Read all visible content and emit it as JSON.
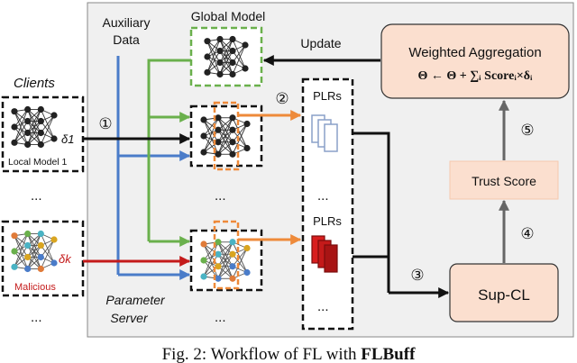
{
  "clients_label": "Clients",
  "auxiliary_data_line1": "Auxiliary",
  "auxiliary_data_line2": "Data",
  "global_model_label": "Global Model",
  "update_label": "Update",
  "local_model_label": "Local Model 1",
  "malicious_label": "Malicious",
  "delta_1": "δ1",
  "delta_k": "δk",
  "plrs_label": "PLRs",
  "ellipsis": "...",
  "steps": [
    "①",
    "②",
    "③",
    "④",
    "⑤"
  ],
  "aggregation": {
    "title": "Weighted Aggregation",
    "formula": "Θ ← Θ + ∑ᵢ Scoreᵢ×δᵢ"
  },
  "trust_score_label": "Trust Score",
  "supcl_label": "Sup-CL",
  "parameter_server_line1": "Parameter",
  "parameter_server_line2": "Server",
  "caption": {
    "prefix": "Fig. 2: Workflow of FL with ",
    "name": "FLBuff"
  },
  "colors": {
    "aux_blue": "#4a7cc9",
    "green": "#6ab04c",
    "orange": "#ee8a3a",
    "red": "#c41a1a",
    "peach": "#fbdfcf",
    "server_bg": "#f0f0f0"
  }
}
